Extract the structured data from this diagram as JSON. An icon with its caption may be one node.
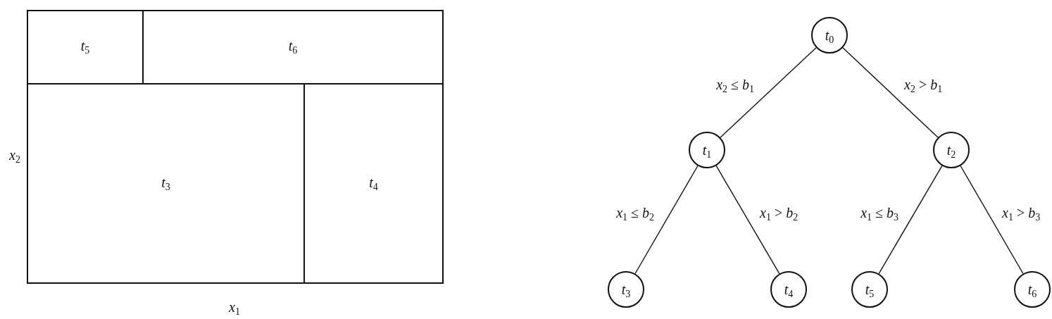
{
  "diagram": {
    "nodes": [
      {
        "text": [],
        "shape": "box"
      },
      {
        "text": [
          "*t*$_{5}$"
        ],
        "in": 0
      },
      {
        "text": [
          "*t*$_{6}$"
        ],
        "in": 0
      },
      {
        "text": [
          "*t*$_{3}$"
        ],
        "in": 0
      },
      {
        "text": [
          "*t*$_{4}$"
        ],
        "in": 0
      },
      {
        "text": [
          "*t*$_{0}$"
        ]
      },
      {
        "text": [
          "*t*$_{1}$"
        ]
      },
      {
        "text": [
          "*t*$_{2}$"
        ]
      },
      {
        "text": [
          "*t*$_{3}$"
        ]
      },
      {
        "text": [
          "*t*$_{4}$"
        ]
      },
      {
        "text": [
          "*t*$_{5}$"
        ]
      },
      {
        "text": [
          "*t*$_{6}$"
        ]
      }
    ],
    "edges": [
      {
        "from": 5,
        "to": 6,
        "arrow": "none",
        "label": "*x*$_{2}$ ≤ *b*$_{1}$"
      },
      {
        "from": 5,
        "to": 7,
        "arrow": "none",
        "label": "*x*$_{2}$ > *b*$_{1}$"
      },
      {
        "from": 6,
        "to": 8,
        "arrow": "none",
        "label": "*x*$_{1}$ ≤ *b*$_{2}$"
      },
      {
        "from": 6,
        "to": 9,
        "arrow": "none",
        "label": "*x*$_{1}$ > *b*$_{2}$"
      },
      {
        "from": 7,
        "to": 10,
        "arrow": "none",
        "label": "*x*$_{1}$ ≤ *b*$_{3}$"
      },
      {
        "from": 7,
        "to": 11,
        "arrow": "none",
        "label": "*x*$_{1}$ > *b*$_{3}$"
      }
    ],
    "labels": [
      "*x*$_{2}$",
      "*x*$_{1}$"
    ]
  }
}
